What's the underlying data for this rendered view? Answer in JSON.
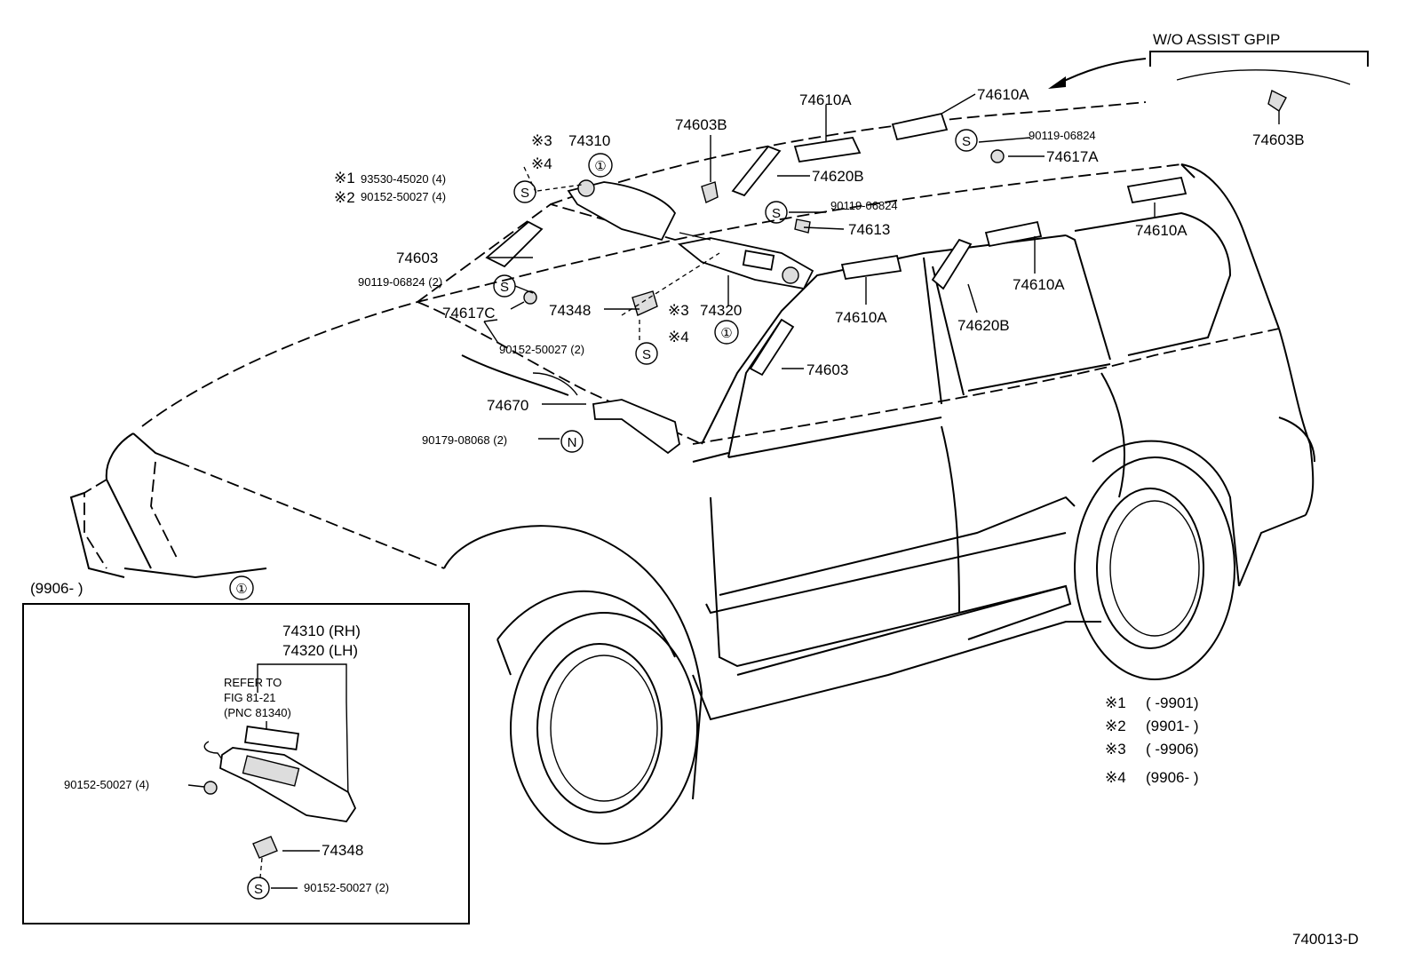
{
  "header": {
    "wo_assist_grip": "W/O ASSIST GPIP",
    "grip_cap_part": "74603B"
  },
  "labels": {
    "p74610A_1": "74610A",
    "p74610A_2": "74610A",
    "p90119_06824_a": "90119-06824",
    "p74617A": "74617A",
    "p74603B": "74603B",
    "p74620B_1": "74620B",
    "p90119_06824_b": "90119-06824",
    "p74613": "74613",
    "p74610A_3": "74610A",
    "p74610A_4": "74610A",
    "p74610A_5": "74610A",
    "p74620B_2": "74620B",
    "p74603_2": "74603",
    "mark3": "※3",
    "p74310": "74310",
    "mark4": "※4",
    "mark1": "※1",
    "p93530": "93530-45020 (4)",
    "mark2": "※2",
    "p90152_4": "90152-50027 (4)",
    "p74603_1": "74603",
    "p90119_2": "90119-06824 (2)",
    "p74617C": "74617C",
    "p74348": "74348",
    "mark3b": "※3",
    "p74320": "74320",
    "mark4b": "※4",
    "p90152_2": "90152-50027 (2)",
    "p74670": "74670",
    "p90179": "90179-08068 (2)",
    "circled_one": "①",
    "circled_s": "S",
    "circled_n": "N"
  },
  "inset": {
    "date_range": "(9906-      )",
    "circled": "①",
    "part_rh": "74310 (RH)",
    "part_lh": "74320 (LH)",
    "refer_line1": "REFER TO",
    "refer_line2": "FIG 81-21",
    "refer_line3": "(PNC 81340)",
    "screw_left": "90152-50027 (4)",
    "bracket": "74348",
    "screw_bottom": "90152-50027 (2)"
  },
  "legend": [
    {
      "mark": "※1",
      "range": "(        -9901)"
    },
    {
      "mark": "※2",
      "range": "(9901-        )"
    },
    {
      "mark": "※3",
      "range": "(        -9906)"
    },
    {
      "mark": "※4",
      "range": "(9906-        )"
    }
  ],
  "footer": {
    "figure_id": "740013-D"
  }
}
